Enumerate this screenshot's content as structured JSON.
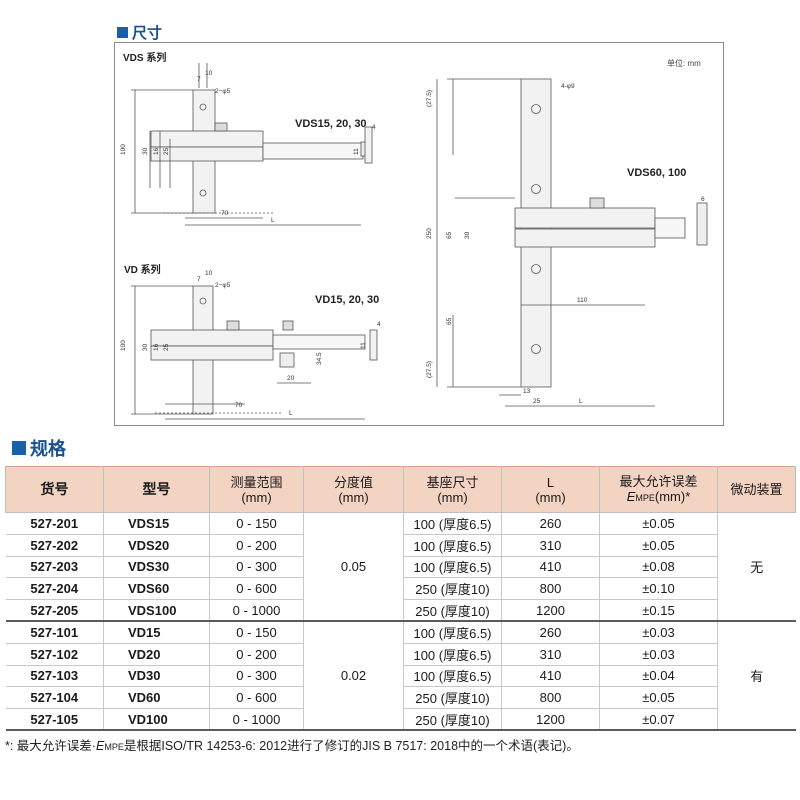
{
  "dimensions_section": {
    "title": "尺寸"
  },
  "drawing": {
    "unit_label": "单位: mm",
    "vds_series_label": "VDS 系列",
    "vd_series_label": "VD 系列",
    "vds_small_label": "VDS15, 20, 30",
    "vd_small_label": "VD15, 20, 30",
    "vds_large_label": "VDS60, 100",
    "dims_small": {
      "d10": "10",
      "d7": "7",
      "d2phi5": "2−φ5",
      "d100": "100",
      "d30": "30",
      "d16": "16",
      "d25": "25",
      "d70": "70",
      "dL": "L",
      "d4": "4",
      "d11": "11",
      "d20": "20",
      "d345": "34.5"
    },
    "dims_large": {
      "d275": "(27.5)",
      "d250": "250",
      "d65": "65",
      "d30": "30",
      "d4phi9": "4-φ9",
      "d6": "6",
      "d110": "110",
      "d13": "13",
      "d25": "25",
      "dL": "L"
    }
  },
  "spec_section": {
    "title": "规格"
  },
  "table": {
    "headers": {
      "order_no": "货号",
      "model": "型号",
      "range": "测量范围",
      "range_unit": "(mm)",
      "graduation": "分度值",
      "graduation_unit": "(mm)",
      "base": "基座尺寸",
      "base_unit": "(mm)",
      "length": "L",
      "length_unit": "(mm)",
      "mpe": "最大允许误差",
      "mpe_unit_e": "E",
      "mpe_unit_sub": "MPE",
      "mpe_unit_rest": "(mm)*",
      "fine": "微动装置"
    },
    "groups": [
      {
        "graduation": "0.05",
        "fine_adjust": "无",
        "rows": [
          {
            "order_no": "527-201",
            "model": "VDS15",
            "range": "0 - 150",
            "base": "100 (厚度6.5)",
            "L": "260",
            "mpe": "±0.05"
          },
          {
            "order_no": "527-202",
            "model": "VDS20",
            "range": "0 - 200",
            "base": "100 (厚度6.5)",
            "L": "310",
            "mpe": "±0.05"
          },
          {
            "order_no": "527-203",
            "model": "VDS30",
            "range": "0 - 300",
            "base": "100 (厚度6.5)",
            "L": "410",
            "mpe": "±0.08"
          },
          {
            "order_no": "527-204",
            "model": "VDS60",
            "range": "0 - 600",
            "base": "250 (厚度10)",
            "L": "800",
            "mpe": "±0.10"
          },
          {
            "order_no": "527-205",
            "model": "VDS100",
            "range": "0 - 1000",
            "base": "250 (厚度10)",
            "L": "1200",
            "mpe": "±0.15"
          }
        ]
      },
      {
        "graduation": "0.02",
        "fine_adjust": "有",
        "rows": [
          {
            "order_no": "527-101",
            "model": "VD15",
            "range": "0 - 150",
            "base": "100 (厚度6.5)",
            "L": "260",
            "mpe": "±0.03"
          },
          {
            "order_no": "527-102",
            "model": "VD20",
            "range": "0 - 200",
            "base": "100 (厚度6.5)",
            "L": "310",
            "mpe": "±0.03"
          },
          {
            "order_no": "527-103",
            "model": "VD30",
            "range": "0 - 300",
            "base": "100 (厚度6.5)",
            "L": "410",
            "mpe": "±0.04"
          },
          {
            "order_no": "527-104",
            "model": "VD60",
            "range": "0 - 600",
            "base": "250 (厚度10)",
            "L": "800",
            "mpe": "±0.05"
          },
          {
            "order_no": "527-105",
            "model": "VD100",
            "range": "0 - 1000",
            "base": "250 (厚度10)",
            "L": "1200",
            "mpe": "±0.07"
          }
        ]
      }
    ]
  },
  "footnote": {
    "prefix": "*: 最大允许误差·",
    "e": "E",
    "sub": "MPE",
    "rest": "是根据ISO/TR 14253-6: 2012进行了修订的JIS B 7517: 2018中的一个术语(表记)。"
  },
  "colors": {
    "accent": "#1a5fa8",
    "header_bg": "#f3d3c1"
  }
}
